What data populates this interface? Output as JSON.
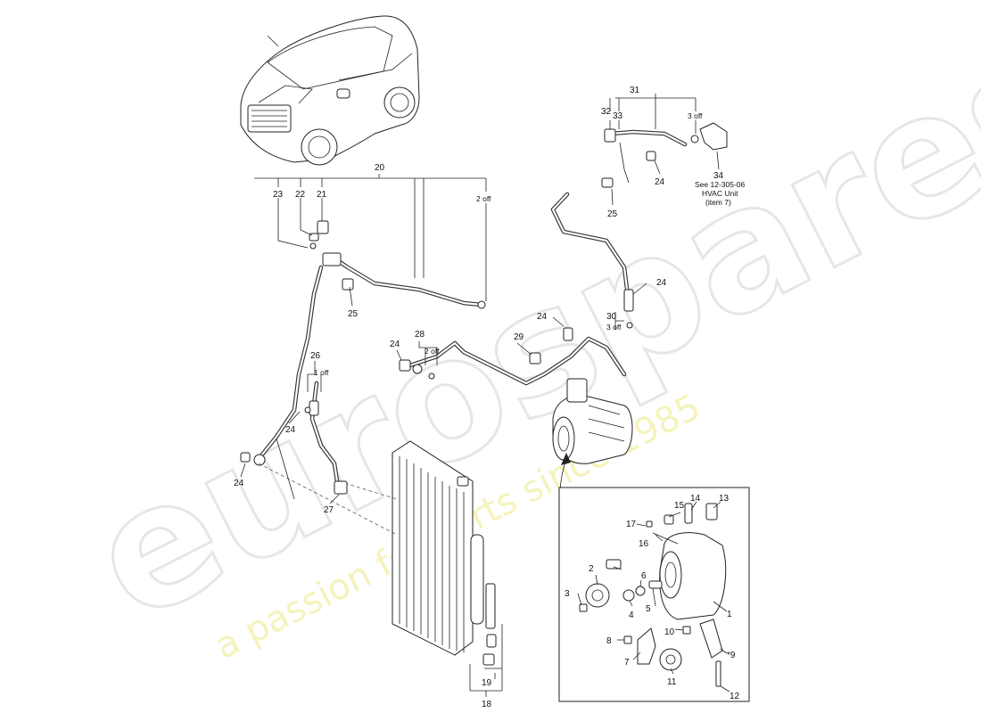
{
  "watermark": {
    "brand": "eurospares",
    "tagline": "a passion for parts since 1985"
  },
  "callouts": {
    "c1": "1",
    "c2": "2",
    "c3": "3",
    "c4": "4",
    "c5": "5",
    "c6": "6",
    "c7": "7",
    "c8": "8",
    "c9": "*9",
    "c10": "10",
    "c11": "11",
    "c12": "12",
    "c13": "13",
    "c14": "14",
    "c15": "15",
    "c16": "16",
    "c17": "17",
    "c18": "18",
    "c19": "19",
    "c20": "20",
    "c21": "21",
    "c22": "22",
    "c23": "23",
    "c24a": "24",
    "c24b": "24",
    "c24c": "24",
    "c24d": "24",
    "c24e": "24",
    "c24f": "24",
    "c25a": "25",
    "c25b": "25",
    "c26": "26",
    "c27": "27",
    "c28": "28",
    "c29": "29",
    "c30": "30",
    "c31": "31",
    "c32": "32",
    "c33": "33",
    "c34": "34"
  },
  "notes": {
    "n2off_a": "2 off",
    "n2off_b": "2 off",
    "n1off": "1 off",
    "n3off_a": "3 off",
    "n3off_b": "3 off",
    "see_line1": "See 12-305-06",
    "see_line2": "HVAC Unit",
    "see_line3": "(item 7)"
  },
  "colors": {
    "line": "#222222",
    "watermark_grey": "#e6e6e6",
    "watermark_yellow": "#f2f0a6"
  }
}
